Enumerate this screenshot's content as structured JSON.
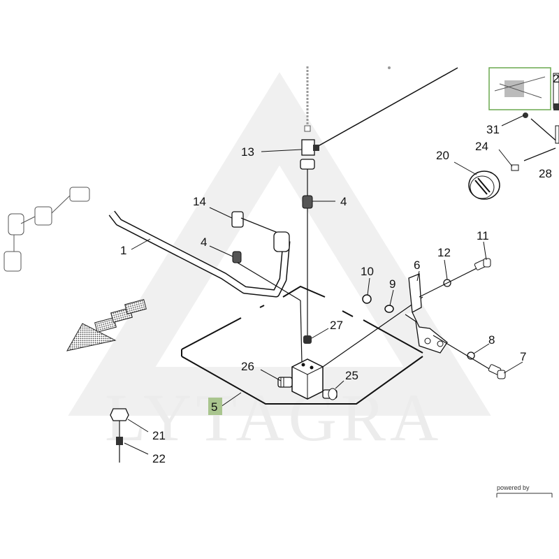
{
  "watermark": {
    "text": "LYTAGRA"
  },
  "footer": {
    "powered_by": "powered by"
  },
  "callouts": {
    "c1": "1",
    "c4a": "4",
    "c4b": "4",
    "c5": "5",
    "c6": "6",
    "c7": "7",
    "c8": "8",
    "c9": "9",
    "c10": "10",
    "c11": "11",
    "c12": "12",
    "c13": "13",
    "c14": "14",
    "c20": "20",
    "c21": "21",
    "c22": "22",
    "c24": "24",
    "c25": "25",
    "c26": "26",
    "c27": "27",
    "c28": "28",
    "c31": "31",
    "c2x": "2"
  },
  "colors": {
    "highlight": "#a9c58e",
    "thumb_border": "#6aa84f",
    "watermark": "#ececec"
  }
}
